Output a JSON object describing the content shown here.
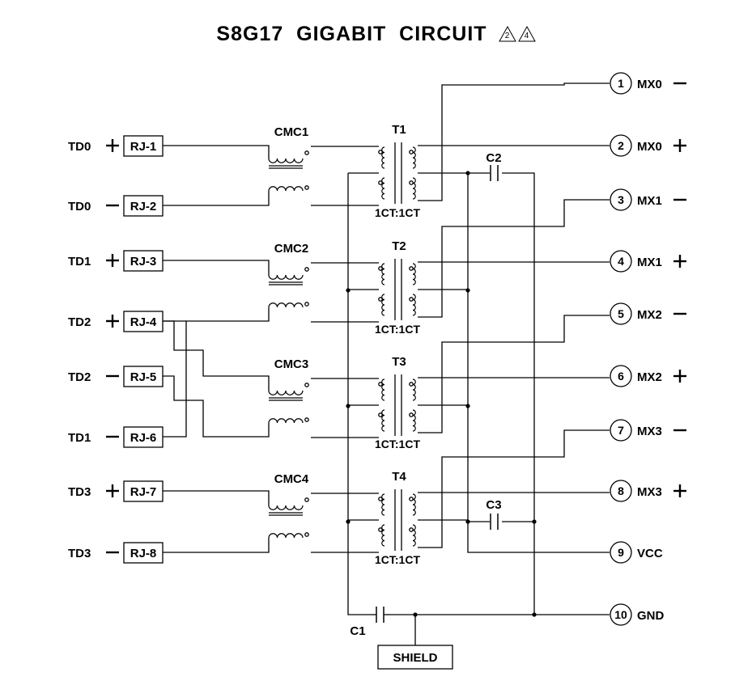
{
  "title": "S8G17  GIGABIT  CIRCUIT",
  "revision_marks": [
    "2",
    "4"
  ],
  "left_pins": [
    {
      "signal": "TD0",
      "polarity": "+",
      "pin": "RJ-1"
    },
    {
      "signal": "TD0",
      "polarity": "−",
      "pin": "RJ-2"
    },
    {
      "signal": "TD1",
      "polarity": "+",
      "pin": "RJ-3"
    },
    {
      "signal": "TD2",
      "polarity": "+",
      "pin": "RJ-4"
    },
    {
      "signal": "TD2",
      "polarity": "−",
      "pin": "RJ-5"
    },
    {
      "signal": "TD1",
      "polarity": "−",
      "pin": "RJ-6"
    },
    {
      "signal": "TD3",
      "polarity": "+",
      "pin": "RJ-7"
    },
    {
      "signal": "TD3",
      "polarity": "−",
      "pin": "RJ-8"
    }
  ],
  "right_pins": [
    {
      "num": "1",
      "name": "MX0",
      "polarity": "−"
    },
    {
      "num": "2",
      "name": "MX0",
      "polarity": "+"
    },
    {
      "num": "3",
      "name": "MX1",
      "polarity": "−"
    },
    {
      "num": "4",
      "name": "MX1",
      "polarity": "+"
    },
    {
      "num": "5",
      "name": "MX2",
      "polarity": "−"
    },
    {
      "num": "6",
      "name": "MX2",
      "polarity": "+"
    },
    {
      "num": "7",
      "name": "MX3",
      "polarity": "−"
    },
    {
      "num": "8",
      "name": "MX3",
      "polarity": "+"
    },
    {
      "num": "9",
      "name": "VCC",
      "polarity": ""
    },
    {
      "num": "10",
      "name": "GND",
      "polarity": ""
    }
  ],
  "common_mode_chokes": [
    "CMC1",
    "CMC2",
    "CMC3",
    "CMC4"
  ],
  "transformers": [
    "T1",
    "T2",
    "T3",
    "T4"
  ],
  "transformer_ratio": "1CT:1CT",
  "capacitors": [
    "C1",
    "C2",
    "C3"
  ],
  "shield_label": "SHIELD"
}
